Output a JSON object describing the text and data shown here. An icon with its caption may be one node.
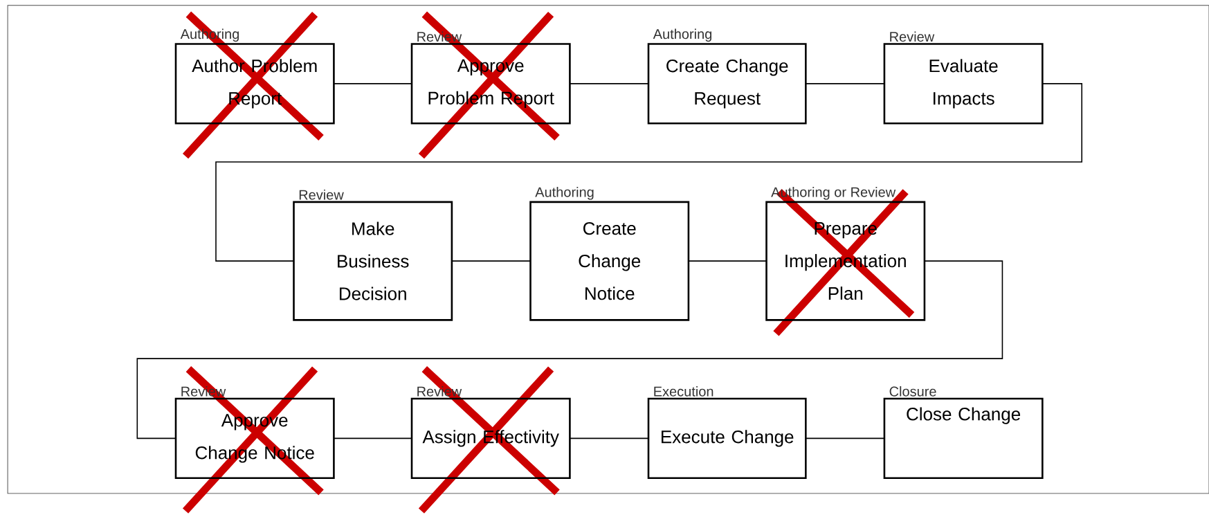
{
  "diagram": {
    "nodes": [
      {
        "text": [
          "Authoring",
          "Author Problem Report"
        ]
      },
      {
        "text": [
          "Review",
          "Approve Problem Report"
        ]
      },
      {
        "text": [
          "Authoring",
          "Create Change Request"
        ]
      },
      {
        "text": [
          "Review",
          "Evaluate Impacts"
        ]
      },
      {
        "text": [
          "Review",
          "Make Business Decision"
        ]
      },
      {
        "text": [
          "Authoring",
          "Create Change Notice"
        ]
      },
      {
        "text": [
          "Authoring or Review",
          "Prepare Implementation Plan"
        ]
      },
      {
        "text": [
          "Review",
          "Approve Change Notice"
        ]
      },
      {
        "text": [
          "Review",
          "Assign Effectivity"
        ]
      },
      {
        "text": [
          "Execution",
          "Execute Change"
        ]
      },
      {
        "text": [
          "Closure",
          "Close Change"
        ]
      }
    ],
    "edges": [
      {
        "from": 0,
        "to": 1,
        "arrow": "none"
      },
      {
        "from": 1,
        "to": 2,
        "arrow": "none"
      },
      {
        "from": 2,
        "to": 3,
        "arrow": "none"
      },
      {
        "from": 3,
        "to": 4,
        "arrow": "none"
      },
      {
        "from": 4,
        "to": 5,
        "arrow": "none"
      },
      {
        "from": 5,
        "to": 6,
        "arrow": "none"
      },
      {
        "from": 6,
        "to": 7,
        "arrow": "none"
      },
      {
        "from": 7,
        "to": 8,
        "arrow": "none"
      },
      {
        "from": 8,
        "to": 9,
        "arrow": "none"
      },
      {
        "from": 9,
        "to": 10,
        "arrow": "none"
      }
    ]
  }
}
